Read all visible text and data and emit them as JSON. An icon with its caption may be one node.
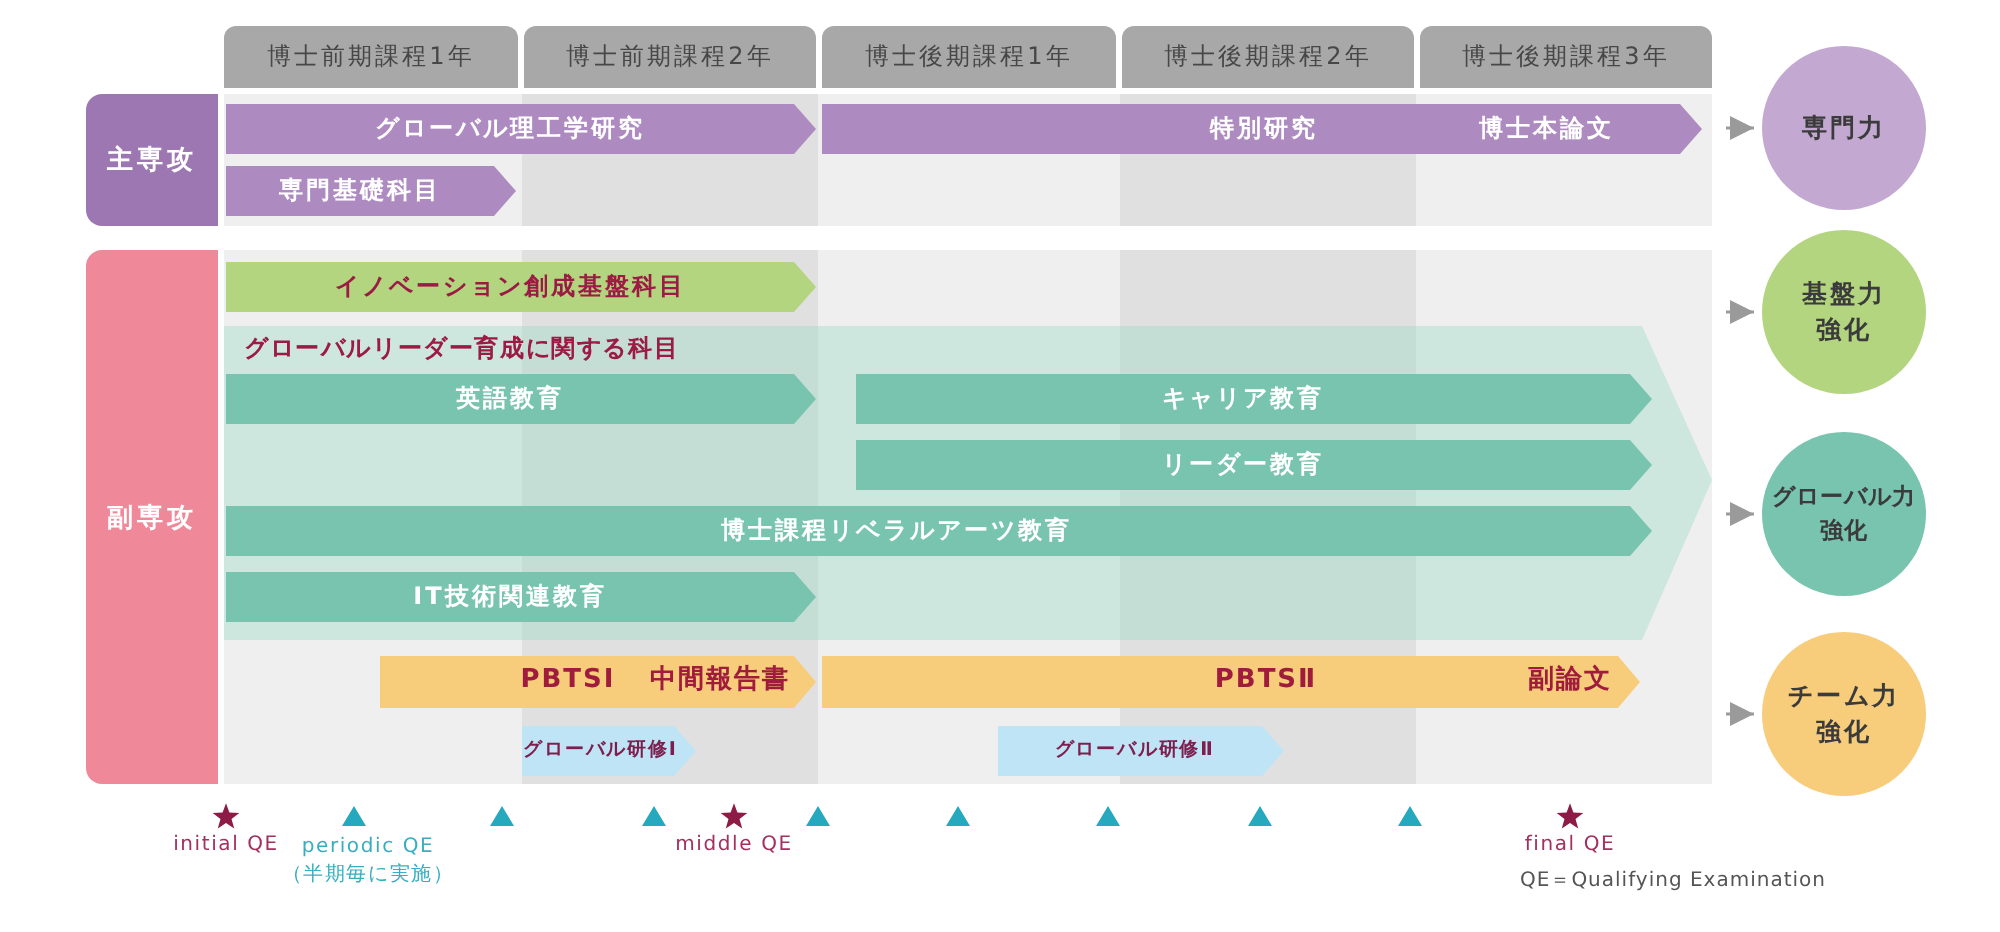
{
  "diagram": {
    "nodes": [
      {
        "text": [
          "博士前期課程1年"
        ]
      },
      {
        "text": [
          "博士前期課程2年"
        ]
      },
      {
        "text": [
          "博士後期課程1年"
        ]
      },
      {
        "text": [
          "博士後期課程2年"
        ]
      },
      {
        "text": [
          "博士後期課程3年"
        ]
      },
      {
        "text": [
          "主専攻"
        ]
      },
      {
        "text": [
          "グローバル理工学研究"
        ]
      },
      {
        "text": [
          "特別研究",
          "博士本論文"
        ]
      },
      {
        "text": [
          "専門基礎科目"
        ]
      },
      {
        "text": [
          "副専攻"
        ]
      },
      {
        "text": [
          "イノベーション創成基盤科目"
        ]
      },
      {
        "text": [
          "グローバルリーダー育成に関する科目"
        ]
      },
      {
        "text": [
          "英語教育"
        ],
        "in": 11
      },
      {
        "text": [
          "キャリア教育"
        ],
        "in": 11
      },
      {
        "text": [
          "リーダー教育"
        ],
        "in": 11
      },
      {
        "text": [
          "博士課程リベラルアーツ教育"
        ],
        "in": 11
      },
      {
        "text": [
          "IT技術関連教育"
        ],
        "in": 11
      },
      {
        "text": [
          "PBTSⅠ",
          "中間報告書"
        ]
      },
      {
        "text": [
          "PBTSⅡ",
          "副論文"
        ]
      },
      {
        "text": [
          "グローバル研修Ⅰ"
        ]
      },
      {
        "text": [
          "グローバル研修Ⅱ"
        ]
      },
      {
        "text": [
          "専門力"
        ]
      },
      {
        "text": [
          "基盤力強化"
        ]
      },
      {
        "text": [
          "グローバル力強化"
        ]
      },
      {
        "text": [
          "チーム力強化"
        ]
      }
    ],
    "edges": [
      {
        "from": null,
        "to": 21,
        "arrow": "to"
      },
      {
        "from": null,
        "to": 22,
        "arrow": "to"
      },
      {
        "from": null,
        "to": 23,
        "arrow": "to"
      },
      {
        "from": null,
        "to": 24,
        "arrow": "to"
      }
    ],
    "labels": [
      "initial QE",
      "periodic QE （半期毎に実施）",
      "middle QE",
      "final QE",
      "QE＝Qualifying Examination"
    ]
  }
}
